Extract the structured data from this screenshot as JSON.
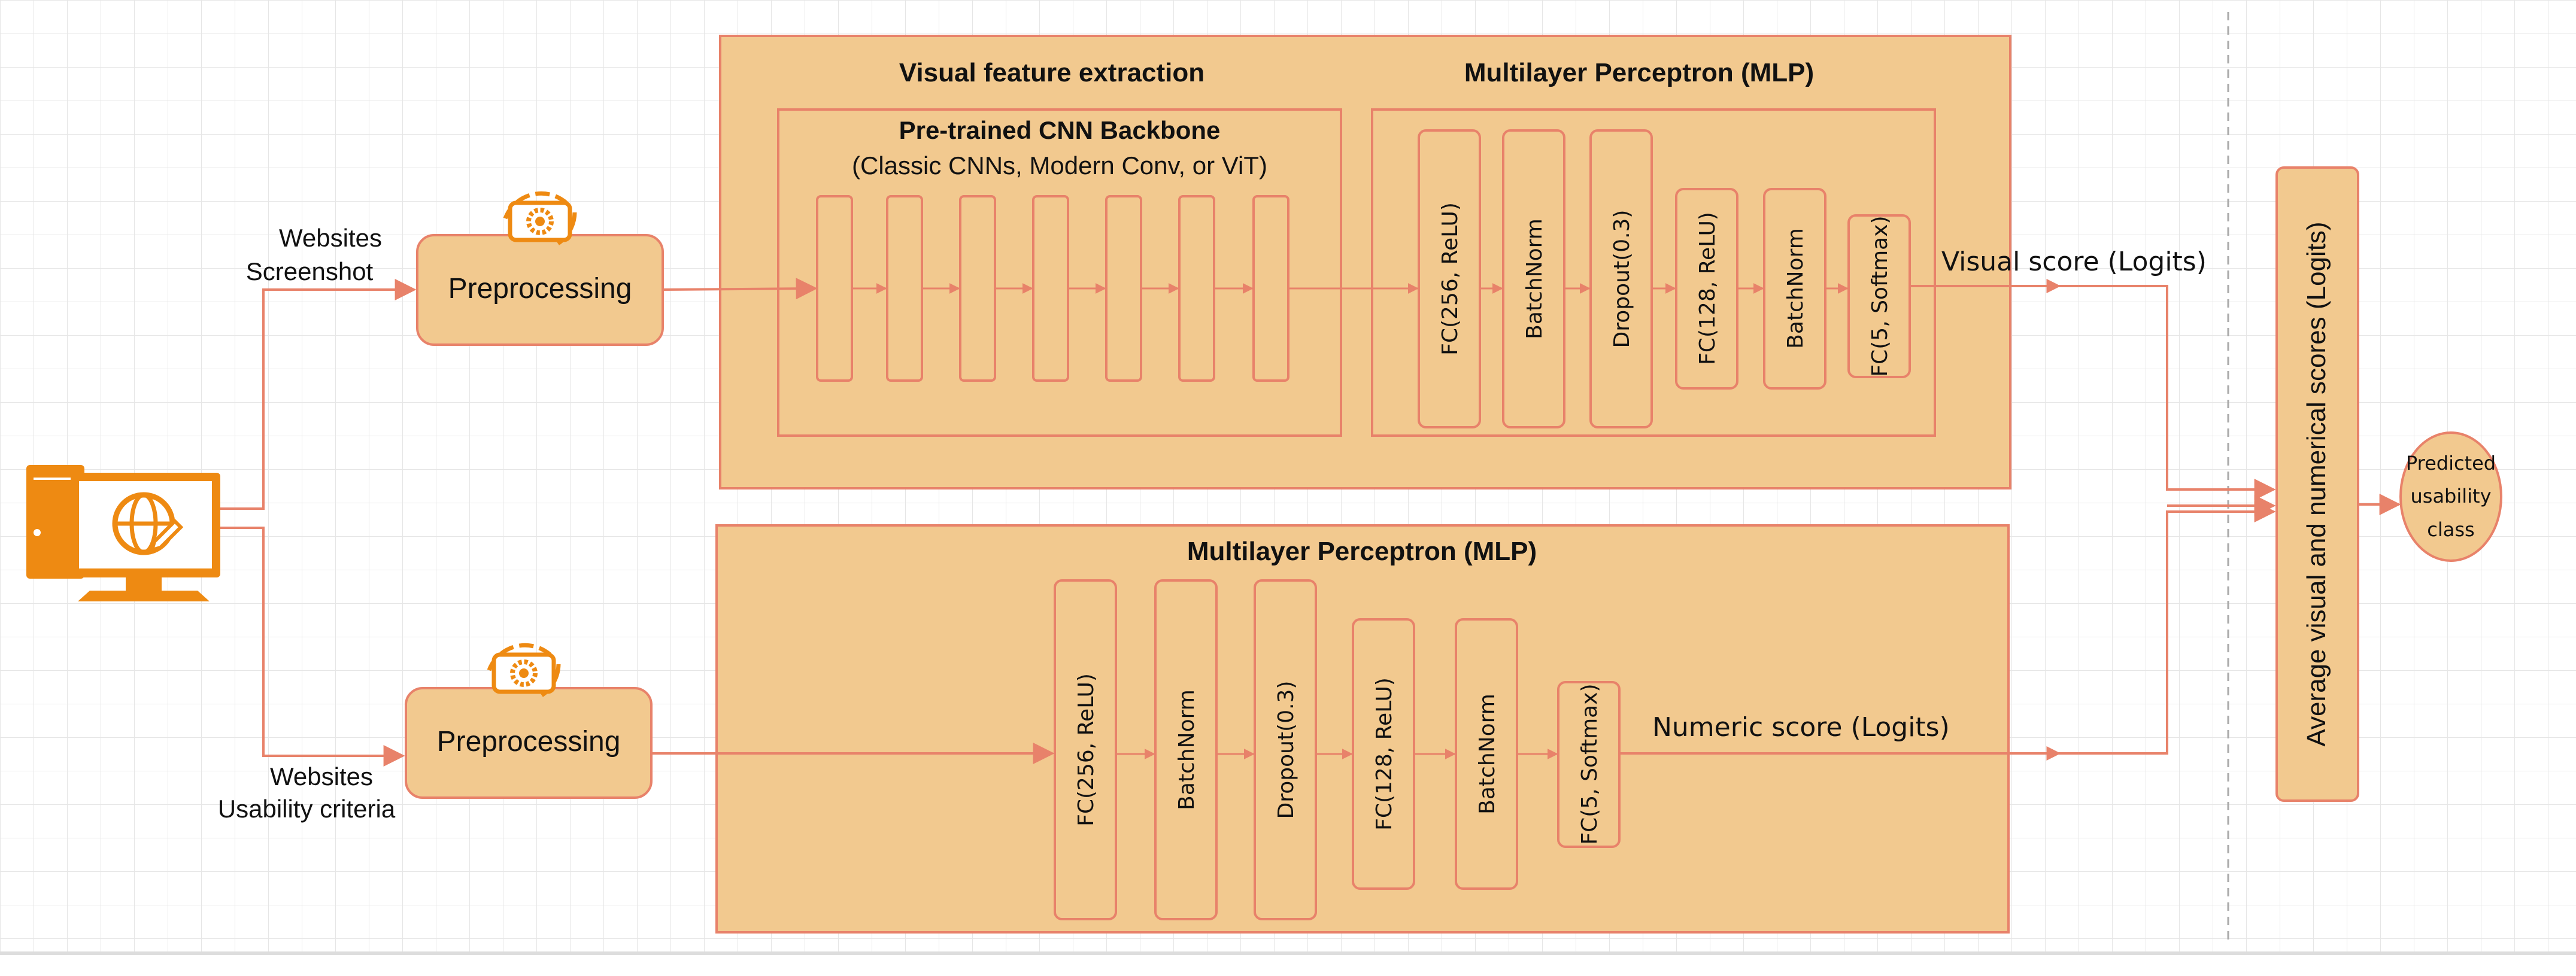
{
  "colors": {
    "grid": "#e6e6e6",
    "fill": "#f2c98f",
    "stroke": "#e8826a",
    "icon": "#ee8a12",
    "text": "#111111"
  },
  "inputs": {
    "screenshot_label_line1": "Websites",
    "screenshot_label_line2": "Screenshot",
    "criteria_label_line1": "Websites",
    "criteria_label_line2": "Usability criteria",
    "computer_icon": "computer-globe-icon",
    "gear_icon": "gear-icon"
  },
  "preprocessing_top": "Preprocessing",
  "preprocessing_bottom": "Preprocessing",
  "visual_branch": {
    "section_title": "Visual feature extraction",
    "cnn_title": "Pre-trained CNN Backbone",
    "cnn_subtitle": "(Classic CNNs, Modern Conv, or ViT)",
    "cnn_block_count": 7,
    "mlp_title": "Multilayer Perceptron (MLP)",
    "mlp_layers": [
      "FC(256, ReLU)",
      "BatchNorm",
      "Dropout(0.3)",
      "FC(128, ReLU)",
      "BatchNorm",
      "FC(5, Softmax)"
    ],
    "output_label": "Visual score (Logits)"
  },
  "numeric_branch": {
    "mlp_title": "Multilayer Perceptron (MLP)",
    "mlp_layers": [
      "FC(256, ReLU)",
      "BatchNorm",
      "Dropout(0.3)",
      "FC(128, ReLU)",
      "BatchNorm",
      "FC(5, Softmax)"
    ],
    "output_label": "Numeric score (Logits)"
  },
  "fusion": {
    "label": "Average visual and numerical scores (Logits)"
  },
  "output": {
    "line1": "Predicted",
    "line2": "usability",
    "line3": "class"
  }
}
